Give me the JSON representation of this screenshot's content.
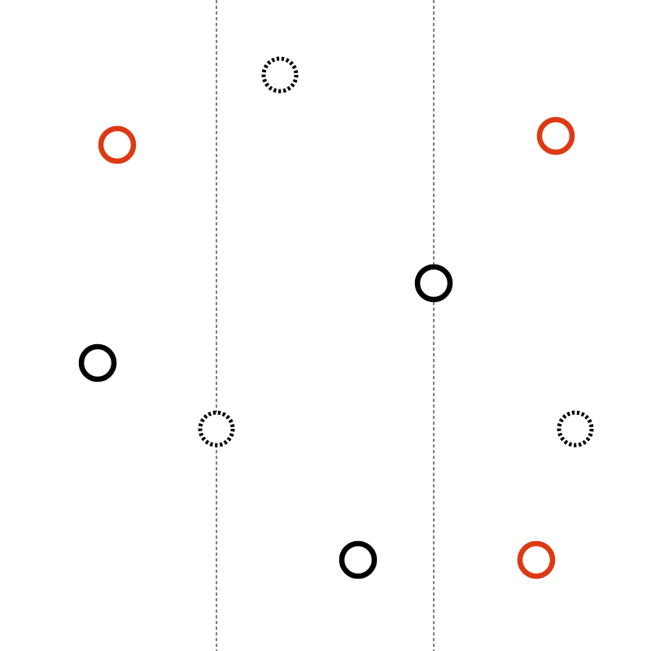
{
  "colors": {
    "background": "#ffffff",
    "red": "#dc3a14",
    "black": "#000000",
    "divider": "#000000"
  },
  "dividers": [
    {
      "id": "divider-left"
    },
    {
      "id": "divider-right"
    }
  ],
  "rings": [
    {
      "id": "ring-dashed-1",
      "style": "dashed",
      "color": "black"
    },
    {
      "id": "ring-red-1",
      "style": "solid",
      "color": "red"
    },
    {
      "id": "ring-red-2",
      "style": "solid",
      "color": "red"
    },
    {
      "id": "ring-black-1",
      "style": "solid",
      "color": "black"
    },
    {
      "id": "ring-black-2",
      "style": "solid",
      "color": "black"
    },
    {
      "id": "ring-dashed-2",
      "style": "dashed",
      "color": "black"
    },
    {
      "id": "ring-dashed-3",
      "style": "dashed",
      "color": "black"
    },
    {
      "id": "ring-black-3",
      "style": "solid",
      "color": "black"
    },
    {
      "id": "ring-red-3",
      "style": "solid",
      "color": "red"
    }
  ]
}
